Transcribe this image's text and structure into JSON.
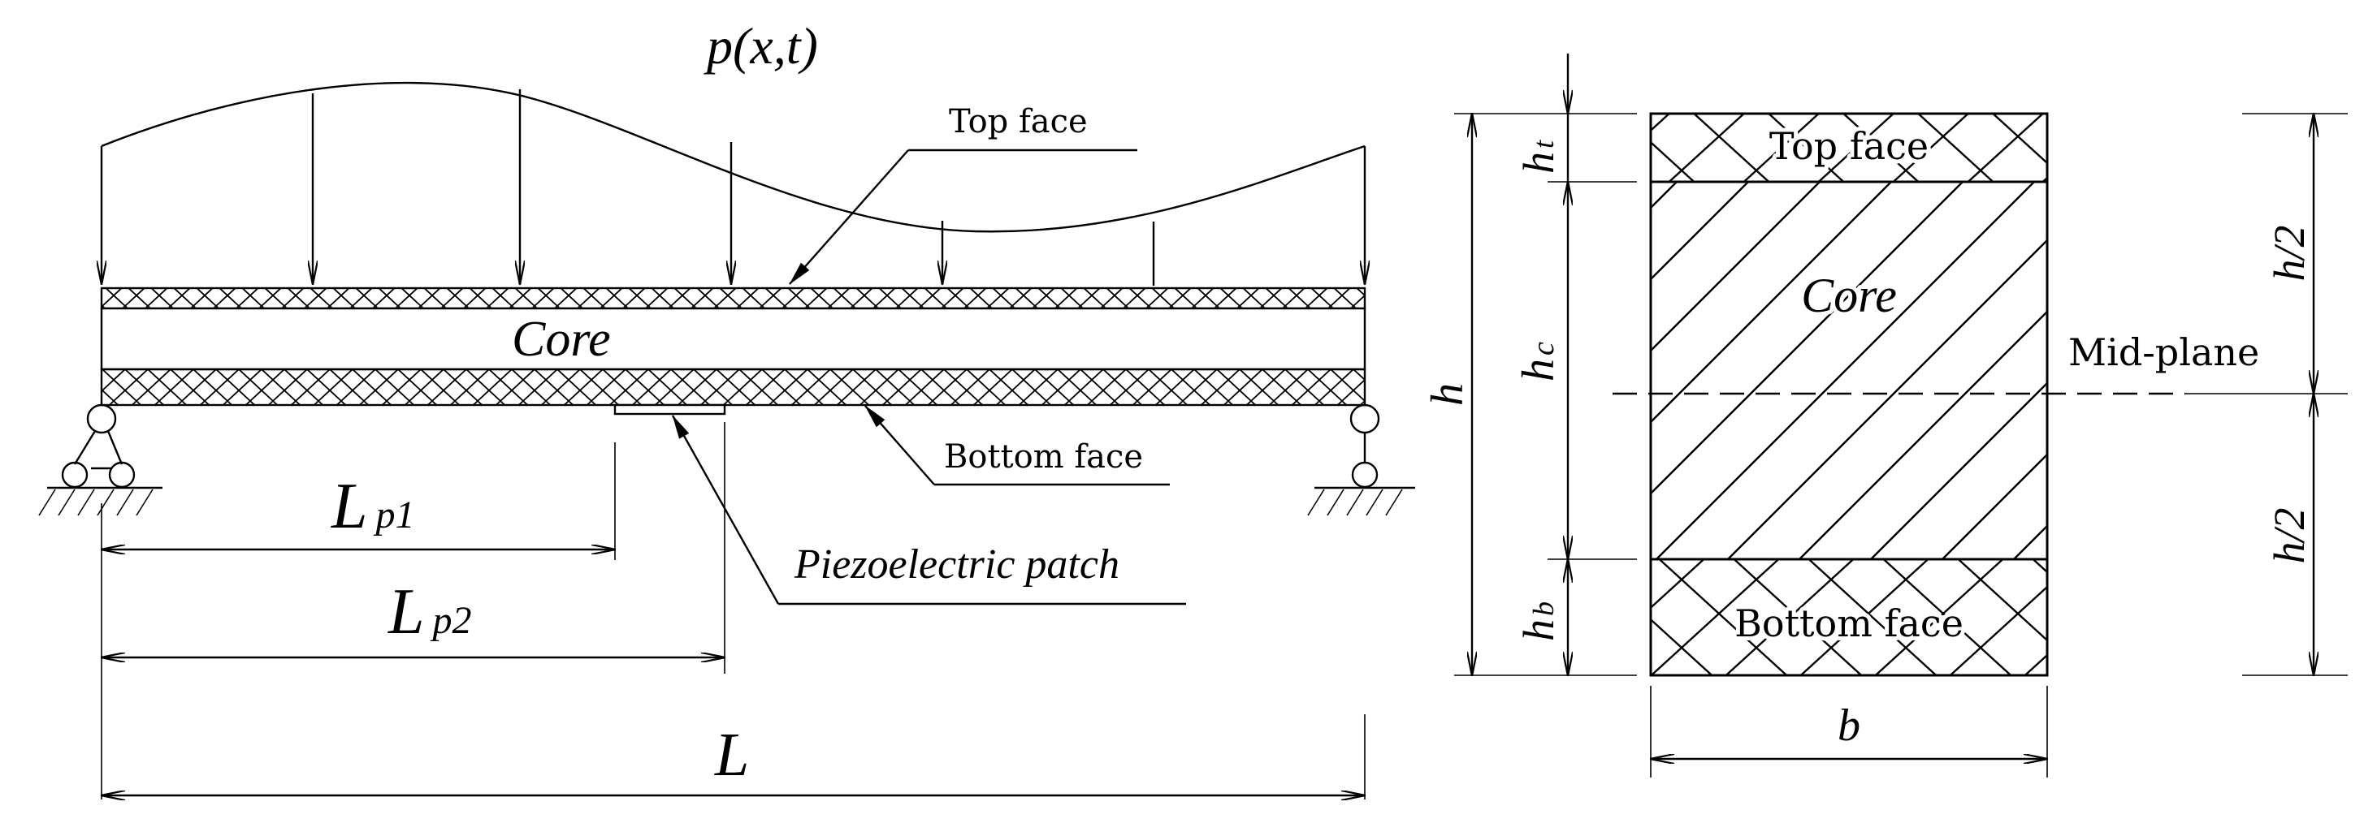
{
  "beam": {
    "load_label": "p(x,t)",
    "core_label": "Core",
    "top_face_label": "Top face",
    "bottom_face_label": "Bottom face",
    "patch_label": "Piezoelectric patch",
    "lp1_main": "L",
    "lp1_sub": "p1",
    "lp2_main": "L",
    "lp2_sub": "p2",
    "length_label": "L"
  },
  "section": {
    "top_face_label": "Top face",
    "core_label": "Core",
    "bottom_face_label": "Bottom face",
    "midplane_label": "Mid-plane",
    "h_label": "h",
    "ht_main": "h",
    "ht_sub": "t",
    "hc_main": "h",
    "hc_sub": "c",
    "hb_main": "h",
    "hb_sub": "b",
    "half_h_top": "h/2",
    "half_h_bottom": "h/2",
    "width_label": "b"
  }
}
